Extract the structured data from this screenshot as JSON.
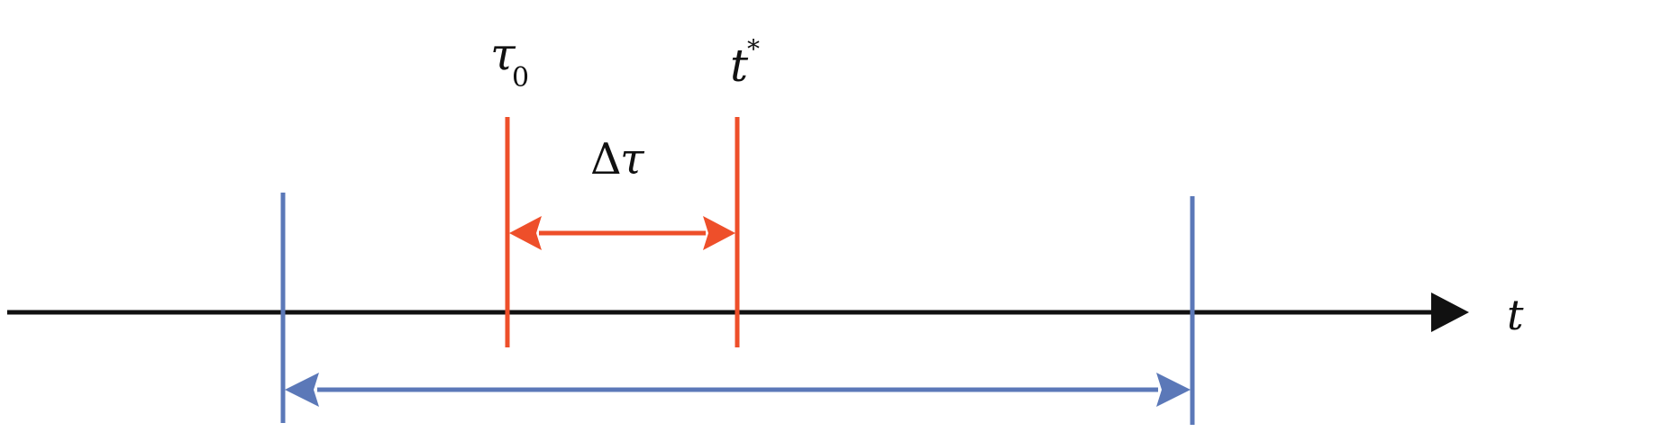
{
  "labels": {
    "tau": "τ",
    "tau_sub": "0",
    "t_star": "t",
    "t_star_sup": "*",
    "delta": "Δ",
    "delta_tau": "τ",
    "axis": "t"
  },
  "colors": {
    "axis": "#111111",
    "interval": "#5b78b8",
    "window": "#ee4f2a"
  }
}
